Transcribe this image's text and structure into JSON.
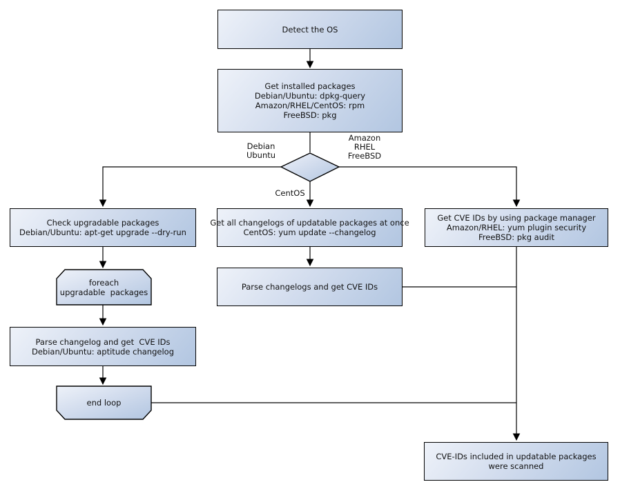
{
  "nodes": {
    "detect_os": "Detect the OS",
    "get_installed": "Get installed packages\nDebian/Ubuntu: dpkg-query\nAmazon/RHEL/CentOS: rpm\nFreeBSD: pkg",
    "check_upgradable": "Check upgradable packages\nDebian/Ubuntu: apt-get upgrade --dry-run",
    "foreach_loop": "foreach\nupgradable  packages",
    "parse_changelog": "Parse changelog and get  CVE IDs\nDebian/Ubuntu: aptitude changelog",
    "end_loop": "end loop",
    "get_all_changelogs": "Get all changelogs of updatable packages at once\nCentOS: yum update --changelog",
    "parse_changelogs": "Parse changelogs and get CVE IDs",
    "get_cve_ids": "Get CVE IDs by using package manager\nAmazon/RHEL: yum plugin security\nFreeBSD: pkg audit",
    "scanned": "CVE-IDs included in updatable packages\nwere scanned"
  },
  "edge_labels": {
    "debian_ubuntu": "Debian\nUbuntu",
    "amazon_rhel_freebsd": "Amazon\nRHEL\nFreeBSD",
    "centos": "CentOS"
  },
  "colors": {
    "node_fill_light": "#eef2f9",
    "node_fill_dark": "#b2c6e1",
    "node_border": "#000000",
    "connector": "#000000",
    "text": "#111111",
    "background": "#ffffff"
  }
}
